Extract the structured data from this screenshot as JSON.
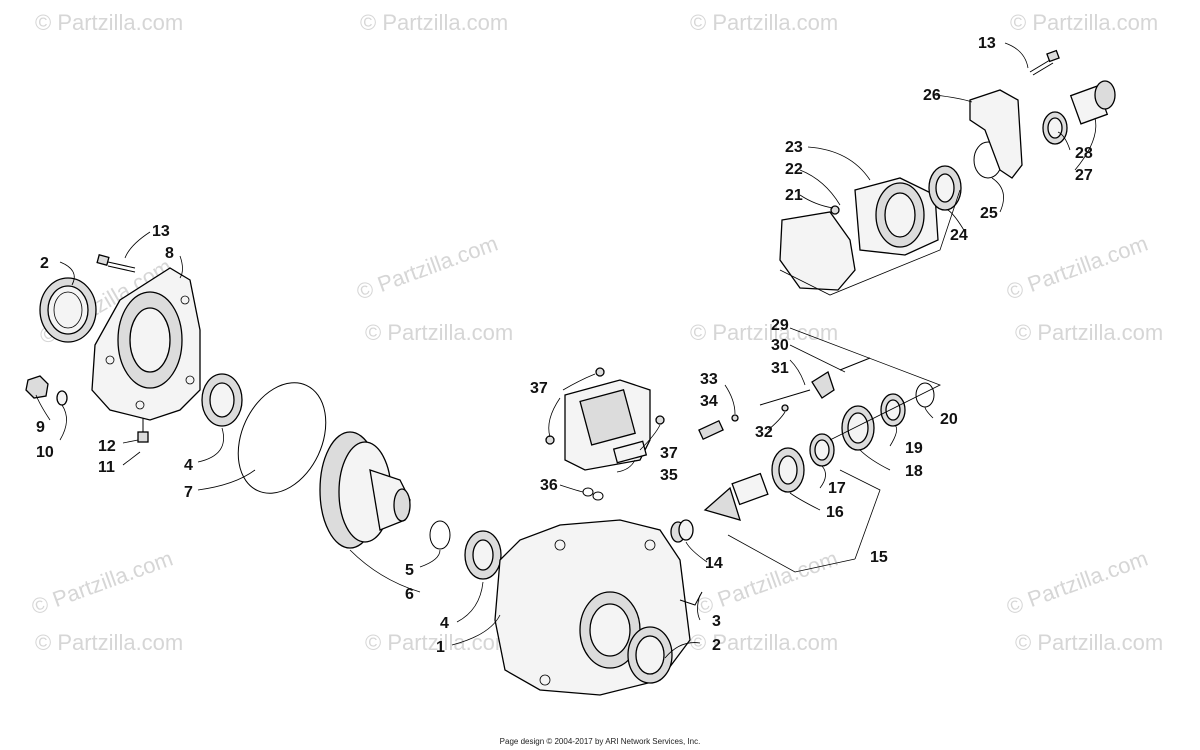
{
  "watermark": "© Partzilla.com",
  "footer": "Page design © 2004-2017 by ARI Network Services, Inc.",
  "callouts": [
    "1",
    "2",
    "3",
    "4",
    "5",
    "6",
    "7",
    "8",
    "9",
    "10",
    "11",
    "12",
    "13",
    "14",
    "15",
    "16",
    "17",
    "18",
    "19",
    "20",
    "21",
    "22",
    "23",
    "24",
    "25",
    "26",
    "27",
    "28",
    "29",
    "30",
    "31",
    "32",
    "33",
    "34",
    "35",
    "36",
    "37"
  ]
}
